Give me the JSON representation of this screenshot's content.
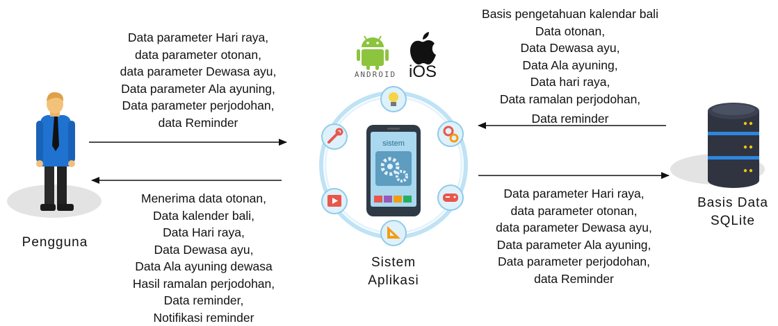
{
  "user_label": "Pengguna",
  "app_label_lines": [
    "Sistem",
    "Aplikasi"
  ],
  "db_label_lines": [
    "Basis Data",
    "SQLite"
  ],
  "phone_screen_text": "sistem",
  "os_labels": {
    "android": "ANDROID",
    "ios": "iOS"
  },
  "user_to_app": [
    "Data parameter Hari raya,",
    "data parameter otonan,",
    "data parameter Dewasa ayu,",
    "Data parameter Ala ayuning,",
    "Data parameter perjodohan,",
    "data Reminder"
  ],
  "app_to_user": [
    "Menerima data otonan,",
    "Data kalender bali,",
    "Data Hari raya,",
    "Data Dewasa ayu,",
    "Data Ala ayuning dewasa",
    "Hasil ramalan perjodohan,",
    "Data reminder,",
    "Notifikasi reminder"
  ],
  "db_to_app": [
    "Basis pengetahuan kalendar bali",
    "Data otonan,",
    "Data Dewasa ayu,",
    "Data Ala ayuning,",
    "Data hari raya,",
    "Data ramalan perjodohan,",
    "Data reminder"
  ],
  "app_to_db": [
    "Data parameter Hari raya,",
    "data parameter otonan,",
    "data parameter Dewasa ayu,",
    "Data parameter Ala ayuning,",
    "Data parameter perjodohan,",
    "data Reminder"
  ],
  "colors": {
    "android_green": "#8cc43e",
    "ring": "#bfe3f5",
    "icon_circle": "#dff1fb",
    "phone_body": "#2f3a45",
    "screen": "#a9d8ef",
    "db_body": "#2f3440",
    "db_stripe": "#2e86de"
  },
  "icons": [
    "lightbulb-icon",
    "gears-icon",
    "gamepad-icon",
    "triangle-ruler-icon",
    "play-icon",
    "wrench-icon",
    "android-icon",
    "apple-icon"
  ]
}
